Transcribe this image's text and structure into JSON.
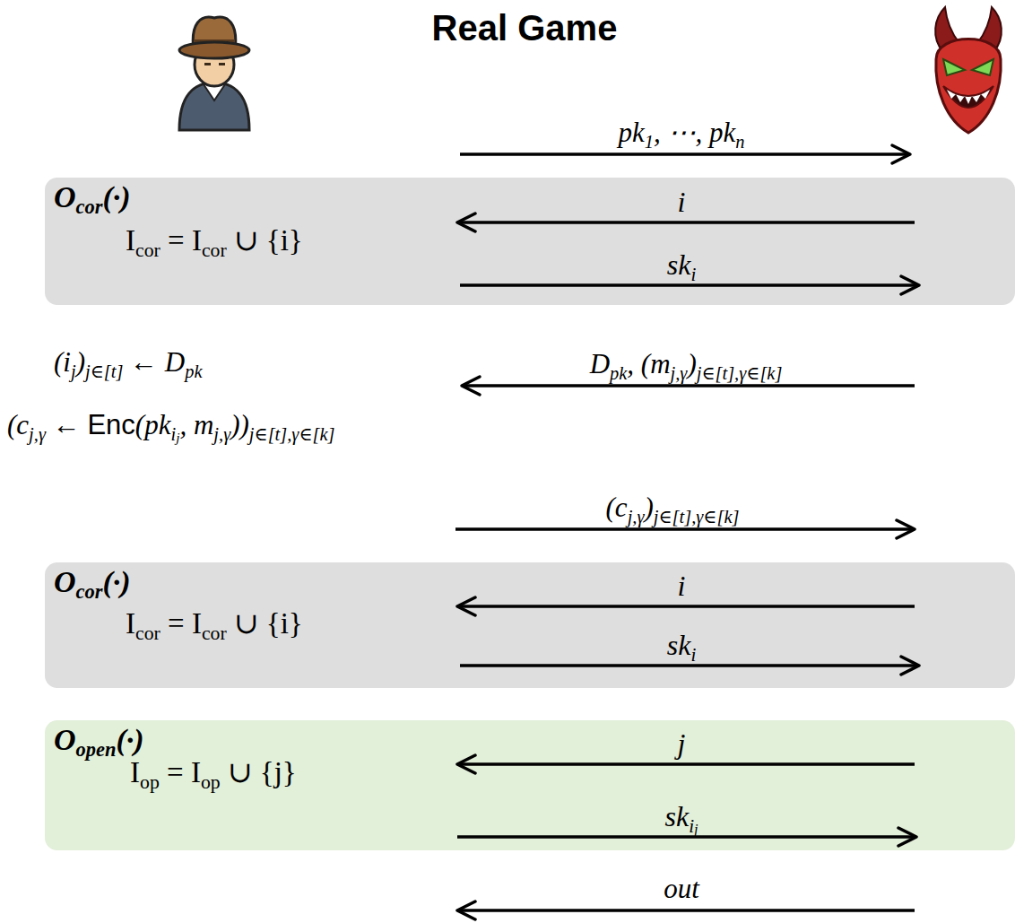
{
  "diagram": {
    "title": "Real Game",
    "nodes": [
      {
        "text": [
          "Ocor(·)",
          "Icor = Icor ∪ {i}",
          "i",
          "ski"
        ]
      },
      {
        "text": [
          "Ocor(·)",
          "Icor = Icor ∪ {i}",
          "i",
          "ski"
        ]
      },
      {
        "text": [
          "Oopen(·)",
          "Iop = Iop ∪ {j}",
          "j",
          "skij"
        ]
      }
    ],
    "labels": [
      "pk1, ⋯, pkn",
      "Dpk, (mj,γ)j∈[t],γ∈[k]",
      "(ij)j∈[t] ← Dpk",
      "(cj,γ ← Enc(pkij, mj,γ))j∈[t],γ∈[k]",
      "(cj,γ)j∈[t],γ∈[k]",
      "out"
    ]
  }
}
